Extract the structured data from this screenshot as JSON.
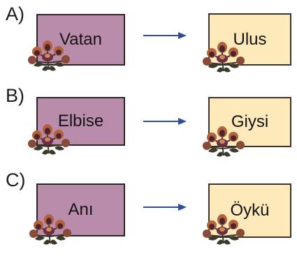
{
  "colors": {
    "left_card": "#b98cab",
    "right_card": "#fde9b9",
    "arrow": "#2d4b9a",
    "flower_petal": "#b5623c",
    "flower_dark": "#4a2430",
    "flower_leaf": "#3c3a2a"
  },
  "icons": {
    "arrow": "right-arrow-icon",
    "flower": "flower-bouquet-icon"
  },
  "options": [
    {
      "letter": "A)",
      "left": "Vatan",
      "right": "Ulus"
    },
    {
      "letter": "B)",
      "left": "Elbise",
      "right": "Giysi"
    },
    {
      "letter": "C)",
      "left": "Anı",
      "right": "Öykü"
    }
  ]
}
